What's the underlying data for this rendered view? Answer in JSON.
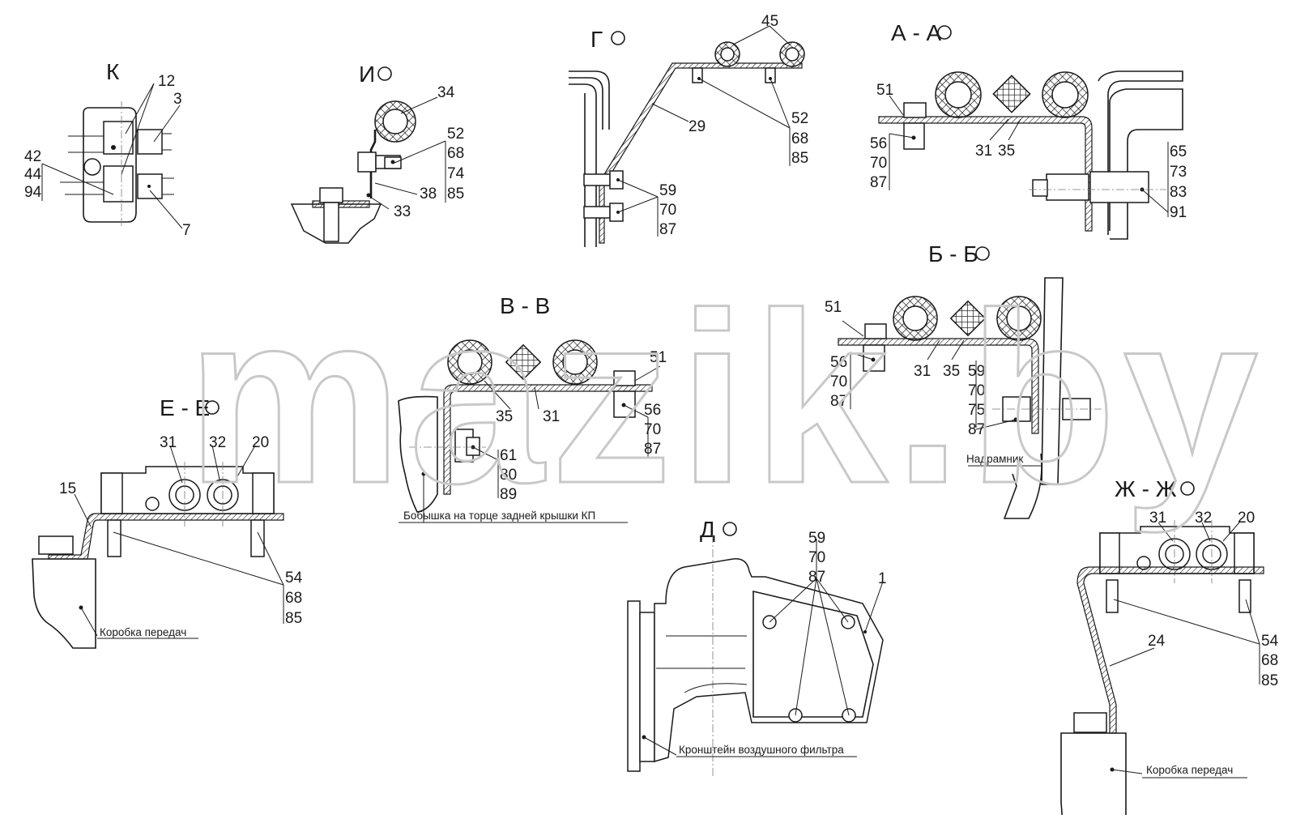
{
  "watermark": "mazik.by",
  "views": {
    "K": {
      "title": "К",
      "callouts": [
        "12",
        "3",
        "42",
        "44",
        "94",
        "7"
      ]
    },
    "I": {
      "title": "И",
      "callouts": [
        "34",
        "52",
        "68",
        "74",
        "85",
        "38",
        "33"
      ]
    },
    "G": {
      "title": "Г",
      "callouts": [
        "45",
        "29",
        "52",
        "68",
        "85",
        "59",
        "70",
        "87"
      ]
    },
    "AA": {
      "title": "А - А",
      "callouts": [
        "51",
        "56",
        "70",
        "87",
        "31",
        "35",
        "65",
        "73",
        "83",
        "91"
      ]
    },
    "BB": {
      "title": "Б - Б",
      "callouts": [
        "51",
        "56",
        "70",
        "87",
        "31",
        "35",
        "59",
        "70",
        "75",
        "87"
      ],
      "note": "Надрамник"
    },
    "VV": {
      "title": "В - В",
      "callouts": [
        "51",
        "35",
        "31",
        "56",
        "70",
        "87",
        "61",
        "80",
        "89"
      ],
      "note": "Бобышка на торце задней крышки КП"
    },
    "EE": {
      "title": "Е - Е",
      "callouts": [
        "31",
        "32",
        "20",
        "15",
        "54",
        "68",
        "85"
      ],
      "note": "Коробка передач"
    },
    "D": {
      "title": "Д",
      "callouts": [
        "59",
        "70",
        "87",
        "1"
      ],
      "note": "Кронштейн воздушного фильтра"
    },
    "ZhZh": {
      "title": "Ж - Ж",
      "callouts": [
        "31",
        "32",
        "20",
        "24",
        "54",
        "68",
        "85"
      ],
      "note": "Коробка передач"
    }
  }
}
